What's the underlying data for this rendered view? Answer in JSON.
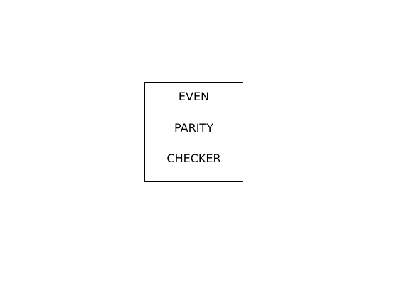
{
  "diagram": {
    "block": {
      "label_lines": [
        "EVEN",
        "PARITY",
        "CHECKER"
      ]
    },
    "inputs": [
      "input-1",
      "input-2",
      "input-3"
    ],
    "outputs": [
      "output-1"
    ]
  }
}
